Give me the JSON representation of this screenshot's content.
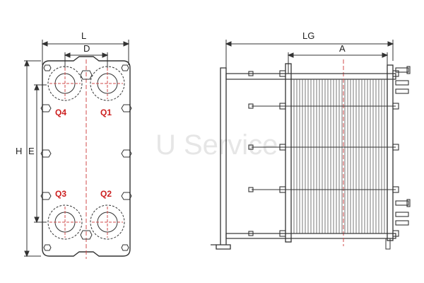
{
  "front_view": {
    "dims": {
      "width": "L",
      "port_spacing": "D",
      "height": "H",
      "port_height": "E"
    },
    "ports": {
      "top_left": "Q4",
      "top_right": "Q1",
      "bottom_left": "Q3",
      "bottom_right": "Q2"
    }
  },
  "side_view": {
    "dims": {
      "overall_length": "LG",
      "plate_pack": "A"
    }
  },
  "watermark": "U Service",
  "colors": {
    "line": "#333333",
    "port_label": "#cc1f1f",
    "center_line": "#d24b4b"
  }
}
